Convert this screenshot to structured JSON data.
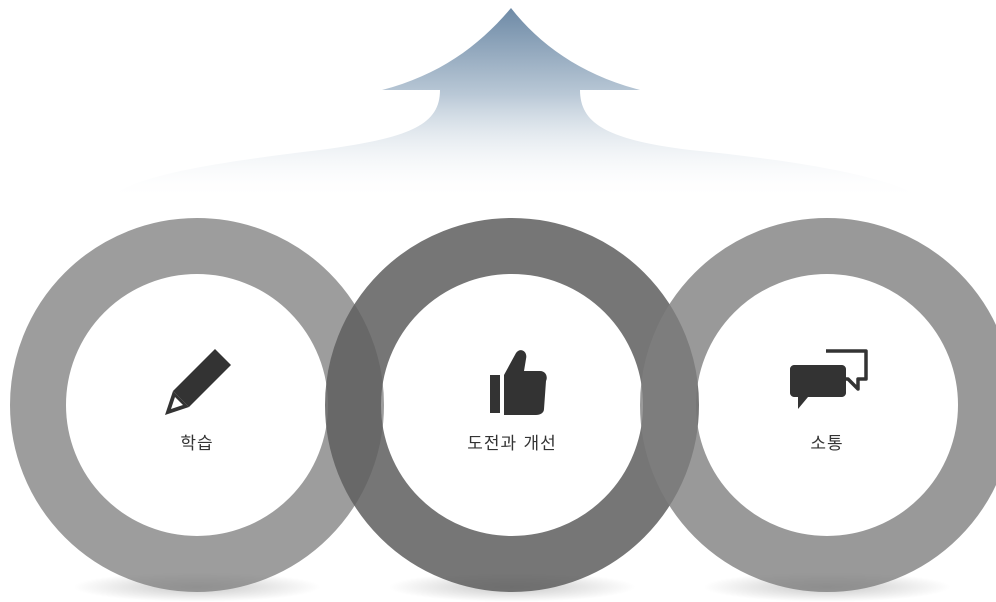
{
  "diagram": {
    "items": [
      {
        "label": "학습",
        "icon": "pencil-icon"
      },
      {
        "label": "도전과 개선",
        "icon": "thumbs-up-icon"
      },
      {
        "label": "소통",
        "icon": "speech-bubbles-icon"
      }
    ]
  },
  "colors": {
    "arrow_top": "#6e8aa6",
    "arrow_bottom": "#f2f4f7",
    "ring_light": "#8a8a8a",
    "ring_dark": "#5f5f5f",
    "icon": "#333333"
  }
}
